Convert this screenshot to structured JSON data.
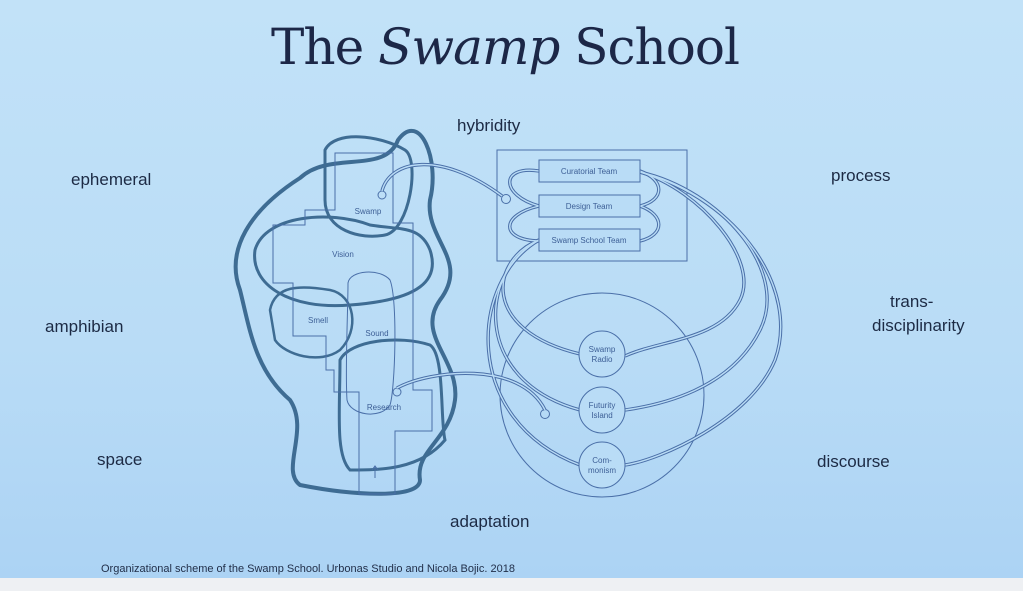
{
  "title": {
    "part1": "The",
    "part2": "Swamp",
    "part3": "School"
  },
  "keywords": {
    "hybridity": "hybridity",
    "ephemeral": "ephemeral",
    "process": "process",
    "amphibian": "amphibian",
    "trans1": "trans-",
    "trans2": "disciplinarity",
    "space": "space",
    "discourse": "discourse",
    "adaptation": "adaptation"
  },
  "diagram": {
    "areas": [
      "Swamp",
      "Vision",
      "Smell",
      "Sound",
      "Research"
    ],
    "teams": [
      "Curatorial Team",
      "Design Team",
      "Swamp School Team"
    ],
    "projects": [
      [
        "Swamp",
        "Radio"
      ],
      [
        "Futurity",
        "Island"
      ],
      [
        "Com-",
        "monism"
      ]
    ]
  },
  "caption": "Organizational scheme of the Swamp School. Urbonas Studio and Nicola Bojic. 2018",
  "colors": {
    "background": "#b9dcf6",
    "thick_line": "#3e6c93",
    "thin_line": "#4a6fa8",
    "text": "#1c2a44"
  }
}
